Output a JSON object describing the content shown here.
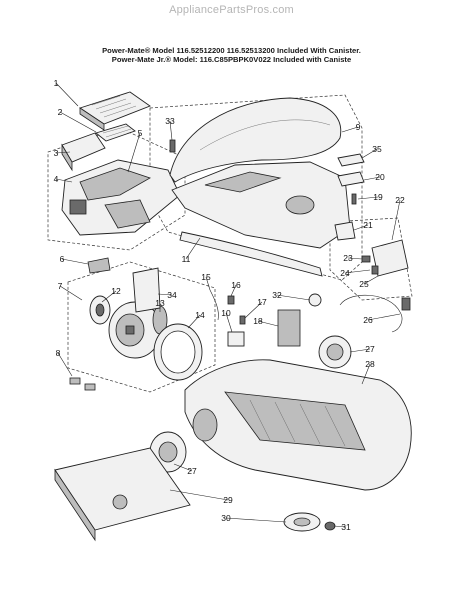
{
  "watermark": "AppliancePartsPros.com",
  "header": {
    "line1": "Power-Mate® Model 116.52512200 116.52513200 Included With Canister.",
    "line2": "Power-Mate Jr.® Model: 116.C85PBPK0V022 Included with Caniste"
  },
  "callouts": [
    "1",
    "2",
    "3",
    "4",
    "5",
    "6",
    "7",
    "8",
    "9",
    "10",
    "11",
    "12",
    "13",
    "14",
    "15",
    "16",
    "17",
    "18",
    "19",
    "20",
    "21",
    "22",
    "23",
    "24",
    "25",
    "26",
    "27",
    "27",
    "28",
    "29",
    "30",
    "31",
    "32",
    "33",
    "34",
    "35"
  ]
}
